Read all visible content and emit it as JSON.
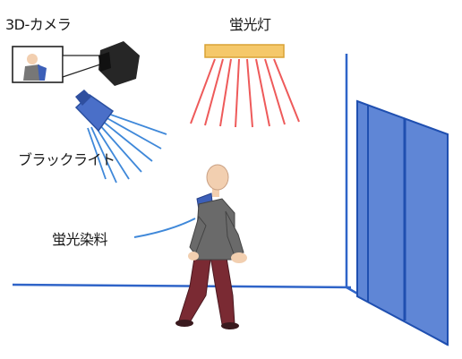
{
  "labels": {
    "camera": "3D-カメラ",
    "fluorescent_lamp": "蛍光灯",
    "black_light": "ブラックライト",
    "fluorescent_dye": "蛍光染料"
  },
  "colors": {
    "wall_line": "#2f64c8",
    "door_fill": "#5f86d6",
    "door_frame": "#1f4fb0",
    "lamp_body": "#f5c86a",
    "lamp_rays": "#ee5a5a",
    "black_light_body": "#4a6fc8",
    "black_light_rays": "#3f88d9",
    "camera_body": "#262626",
    "person_shirt": "#6a6a6a",
    "person_pants": "#7a2a33",
    "person_skin": "#f2cfb0",
    "dye_pointer": "#3f88d9"
  }
}
